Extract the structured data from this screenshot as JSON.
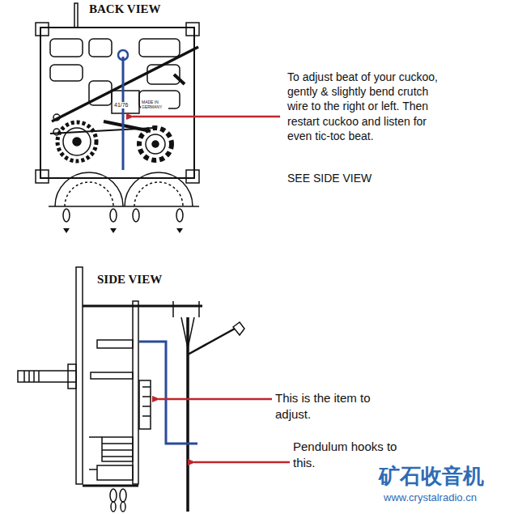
{
  "diagram": {
    "labels": [
      "BACK VIEW",
      "To adjust beat of your cuckoo, gently & slightly bend crutch wire to the right or left. Then restart cuckoo and listen for even tic-toc beat.",
      "SEE SIDE VIEW",
      "41/76",
      "MADE IN GERMANY",
      "SIDE VIEW",
      "This is the item to adjust.",
      "Pendulum hooks to this.",
      "矿石收音机",
      "www.crystalradio.cn"
    ]
  }
}
